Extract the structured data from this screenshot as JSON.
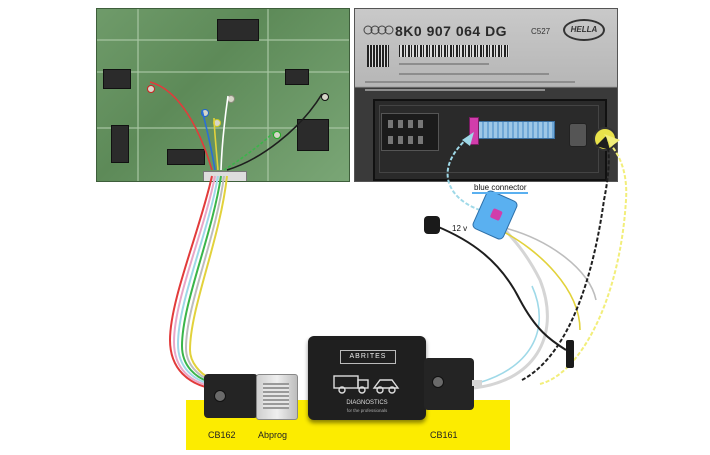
{
  "module": {
    "part_number": "8K0 907 064 DG",
    "part_suffix": "C527",
    "brand_logo_text": "HELLA"
  },
  "callouts": {
    "blue_connector": "blue connector",
    "voltage": "12 v"
  },
  "device": {
    "logo_text": "ABRITES",
    "caption": "DIAGNOSTICS",
    "caption_sub": "for the professionals"
  },
  "bottom_labels": {
    "cb162": "CB162",
    "abprog": "Abprog",
    "cb161": "CB161"
  },
  "colors": {
    "banner": "#fcec00",
    "pcb": "#6f9b6a",
    "blue_connector": "#5ab0f0",
    "clip": "#d13dab"
  },
  "wire_colors": [
    "#e23b3b",
    "#2a6fd6",
    "#e2d23b",
    "#ffffff",
    "#3ab54a",
    "#e8a7c9",
    "#9fd9e8",
    "#1e1e1e"
  ]
}
